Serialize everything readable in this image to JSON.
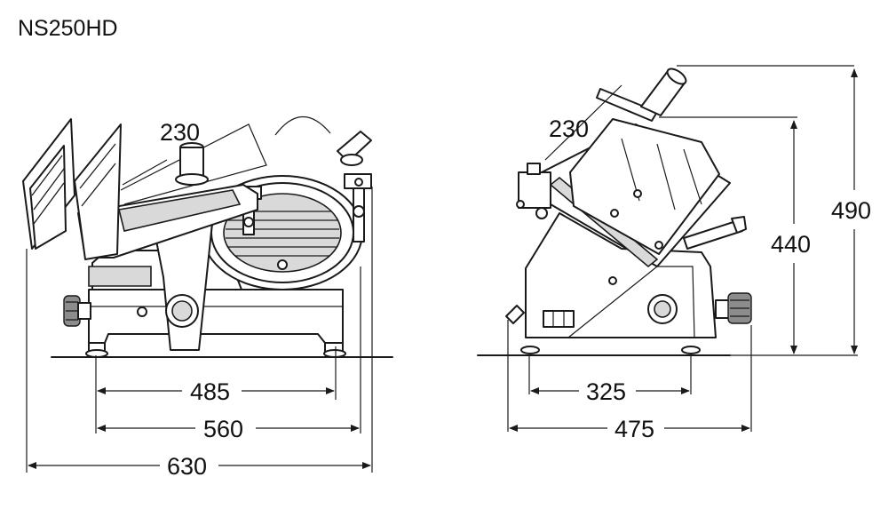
{
  "title": "NS250HD",
  "front_view": {
    "dimensions": {
      "blade_carriage": "230",
      "feet_spacing": "485",
      "base_width": "560",
      "overall_width": "630"
    }
  },
  "side_view": {
    "dimensions": {
      "carriage": "230",
      "feet_spacing": "325",
      "overall_depth": "475",
      "height_to_blade_guard": "440",
      "overall_height": "490"
    }
  }
}
